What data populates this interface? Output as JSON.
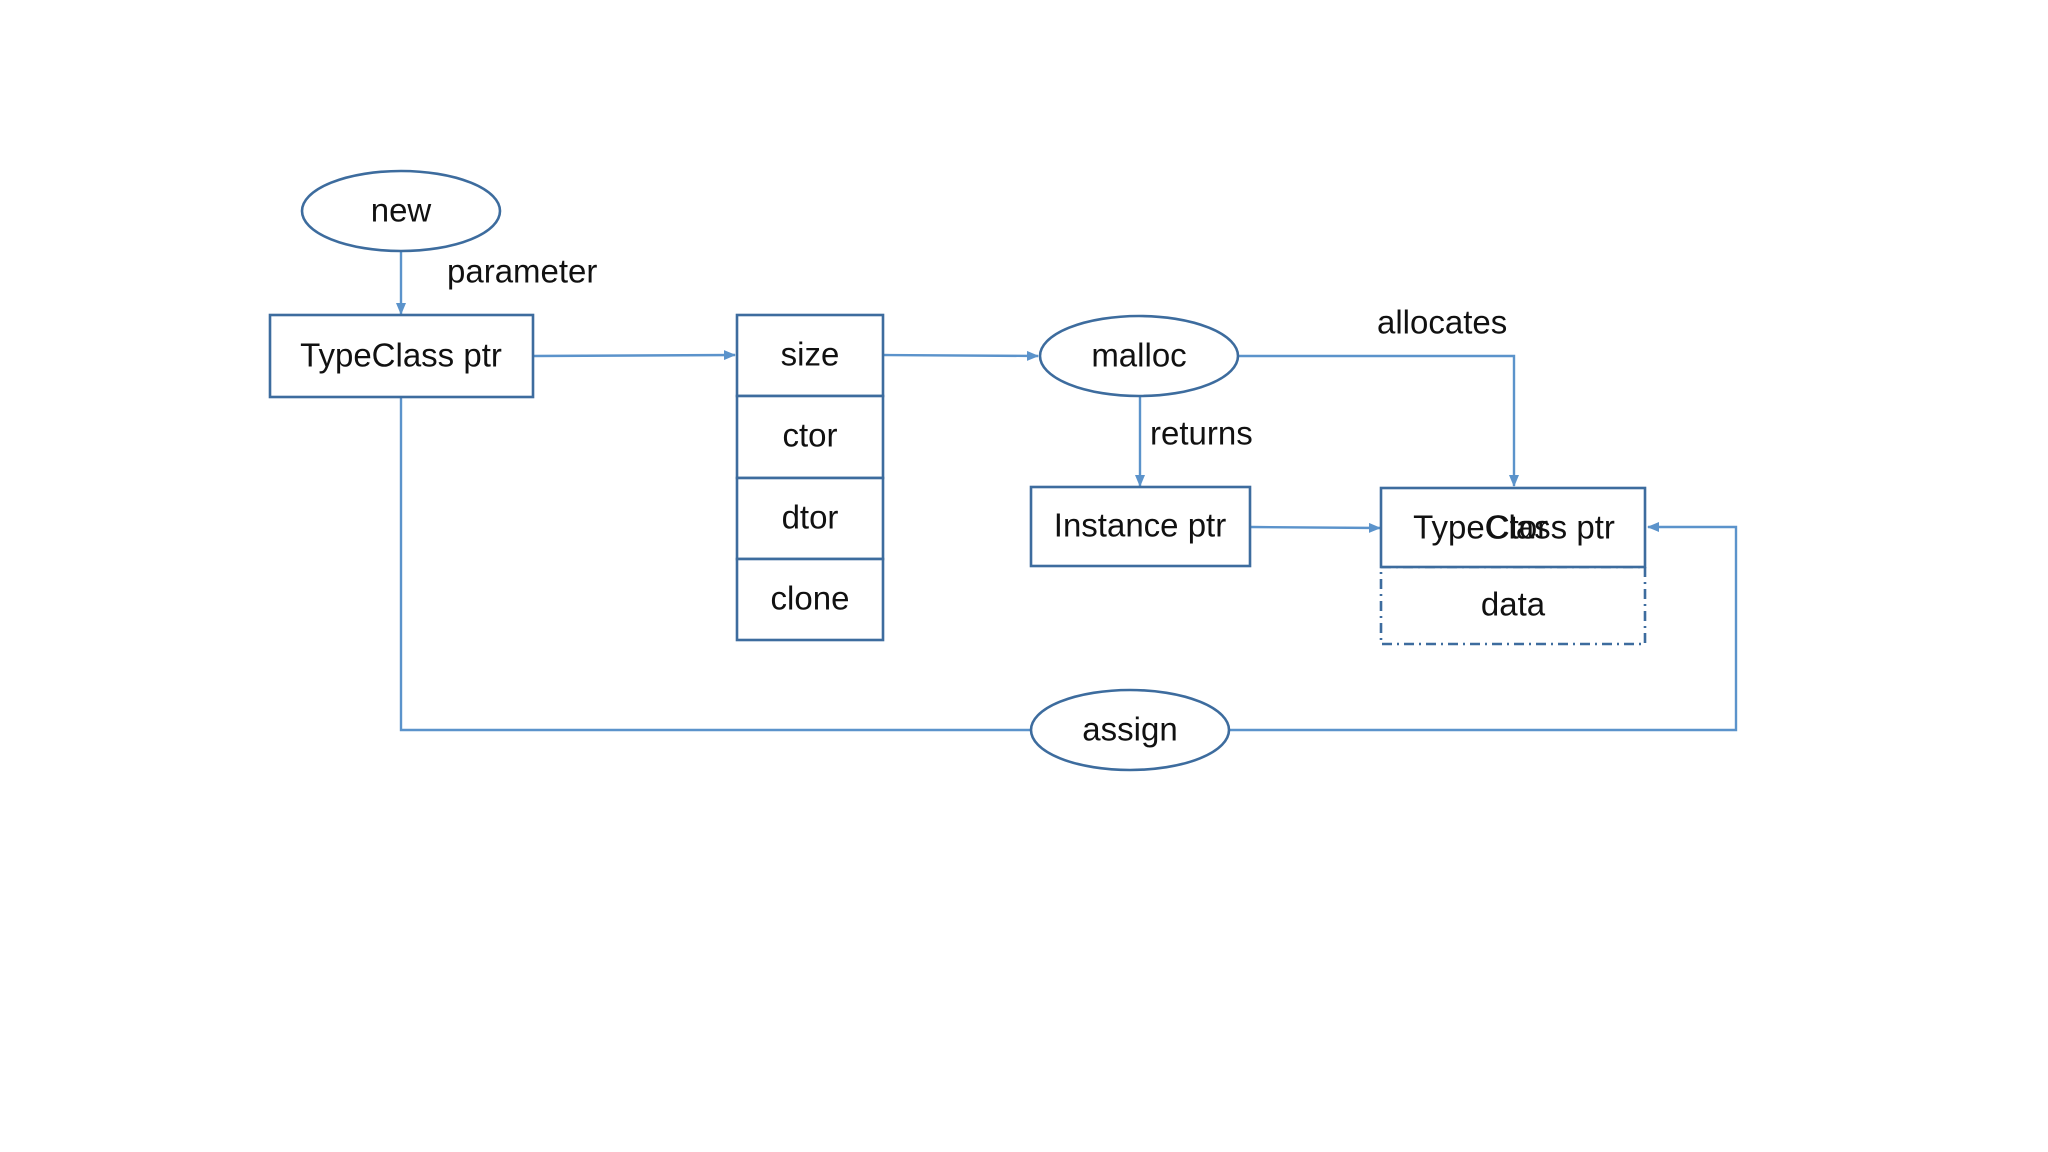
{
  "diagram": {
    "nodes": {
      "new": "new",
      "typeclass_ptr": "TypeClass ptr",
      "size": "size",
      "ctor": "ctor",
      "dtor": "dtor",
      "clone": "clone",
      "malloc": "malloc",
      "instance_ptr": "Instance ptr",
      "object_typeclass_ptr": "TypeClass ptr",
      "object_typeclass_ptr_overlap": "Ctor",
      "data": "data",
      "assign": "assign"
    },
    "edge_labels": {
      "parameter": "parameter",
      "allocates": "allocates",
      "returns": "returns"
    },
    "colors": {
      "node_stroke": "#3d6c9e",
      "edge_stroke": "#5b93cb",
      "text": "#111111"
    }
  }
}
